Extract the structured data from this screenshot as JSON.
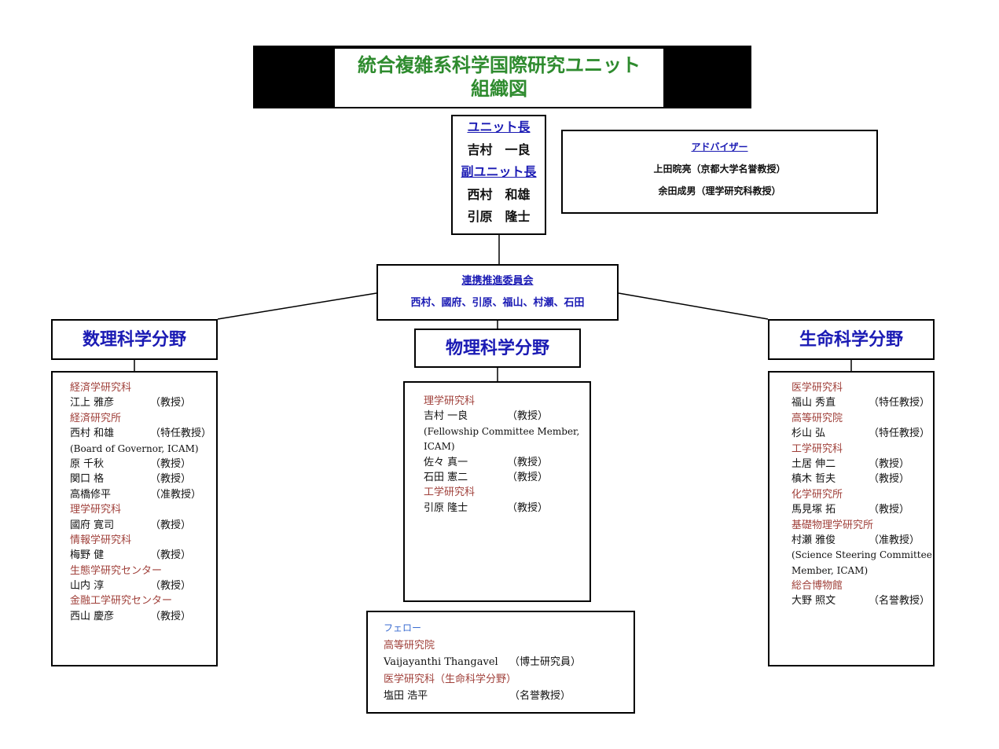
{
  "title": {
    "line1": "統合複雑系科学国際研究ユニット",
    "line2": "組織図"
  },
  "leadership": {
    "head_label": "ユニット長",
    "head_name": "吉村　一良",
    "deputy_label": "副ユニット長",
    "deputy_names": [
      "西村　和雄",
      "引原　隆士"
    ]
  },
  "advisors": {
    "label": "アドバイザー",
    "members": [
      "上田晥亮（京都大学名誉教授）",
      "余田成男（理学研究科教授）"
    ]
  },
  "committee": {
    "label": "連携推進委員会",
    "members": "西村、國府、引原、福山、村瀬、石田"
  },
  "fields": {
    "math": {
      "title": "数理科学分野",
      "entries": [
        {
          "dept": "経済学研究科"
        },
        {
          "name": "江上 雅彦",
          "role": "（教授）"
        },
        {
          "dept": "経済研究所"
        },
        {
          "name": "西村 和雄",
          "role": "（特任教授）"
        },
        {
          "note": "(Board of Governor, ICAM)"
        },
        {
          "name": "原 千秋",
          "role": "（教授）"
        },
        {
          "name": "関口 格",
          "role": "（教授）"
        },
        {
          "name": "高橋修平",
          "role": "（准教授）"
        },
        {
          "dept": "理学研究科"
        },
        {
          "name": "國府 寛司",
          "role": "（教授）"
        },
        {
          "dept": "情報学研究科"
        },
        {
          "name": "梅野 健",
          "role": "（教授）"
        },
        {
          "dept": "生態学研究センター"
        },
        {
          "name": "山内 淳",
          "role": "（教授）"
        },
        {
          "dept": "金融工学研究センター"
        },
        {
          "name": "西山 慶彦",
          "role": "（教授）"
        }
      ]
    },
    "physics": {
      "title": "物理科学分野",
      "entries": [
        {
          "dept": "理学研究科"
        },
        {
          "name": "吉村 一良",
          "role": "（教授）"
        },
        {
          "note": "(Fellowship Committee Member,"
        },
        {
          "note": "ICAM)"
        },
        {
          "name": "佐々 真一",
          "role": "（教授）"
        },
        {
          "name": "石田 憲二",
          "role": "（教授）"
        },
        {
          "dept": "工学研究科"
        },
        {
          "name": "引原 隆士",
          "role": "（教授）"
        }
      ]
    },
    "life": {
      "title": "生命科学分野",
      "entries": [
        {
          "dept": "医学研究科"
        },
        {
          "name": "福山 秀直",
          "role": "（特任教授）"
        },
        {
          "dept": "高等研究院"
        },
        {
          "name": "杉山 弘",
          "role": "（特任教授）"
        },
        {
          "dept": "工学研究科"
        },
        {
          "name": "土居 伸二",
          "role": "（教授）"
        },
        {
          "name": "槙木 哲夫",
          "role": "（教授）"
        },
        {
          "dept": "化学研究所"
        },
        {
          "name": "馬見塚 拓",
          "role": "（教授）"
        },
        {
          "dept": "基礎物理学研究所"
        },
        {
          "name": "村瀬 雅俊",
          "role": "（准教授）"
        },
        {
          "note": "(Science Steering Committee"
        },
        {
          "note": "Member, ICAM)"
        },
        {
          "dept": "総合博物館"
        },
        {
          "name": "大野 照文",
          "role": "（名誉教授）"
        }
      ]
    }
  },
  "fellows": {
    "label": "フェロー",
    "entries": [
      {
        "dept": "高等研究院"
      },
      {
        "name": "Vaijayanthi Thangavel",
        "role": "（博士研究員）"
      },
      {
        "dept": "医学研究科（生命科学分野）"
      },
      {
        "name": "塩田 浩平",
        "role": "（名誉教授）"
      }
    ]
  }
}
